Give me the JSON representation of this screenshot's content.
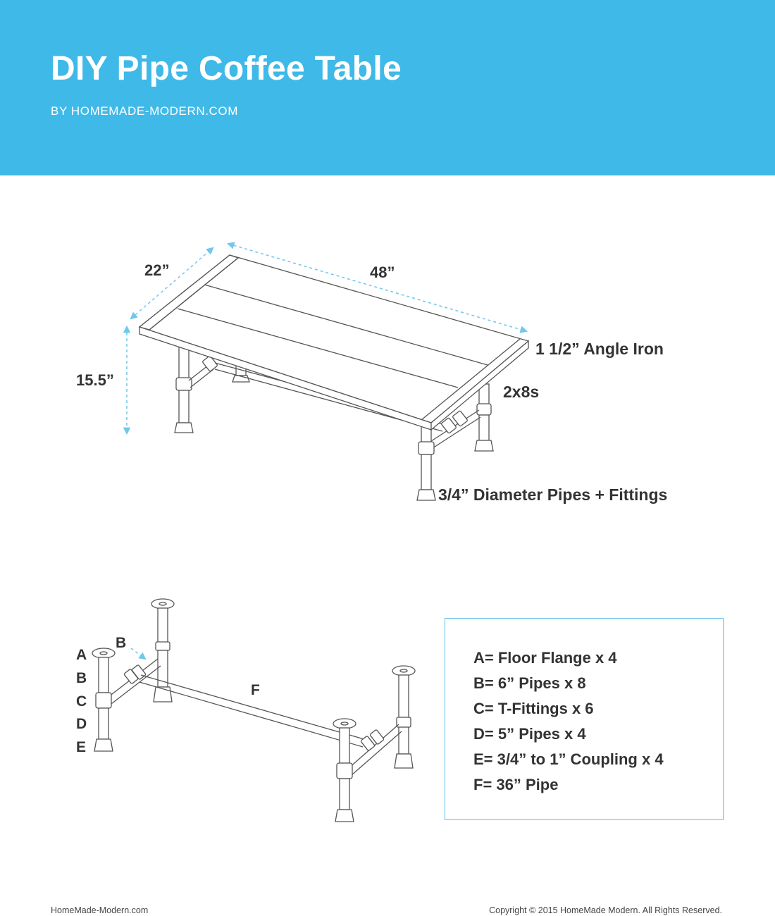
{
  "header": {
    "title": "DIY Pipe Coffee Table",
    "byline": "BY HOMEMADE-MODERN.COM",
    "background_color": "#3fb9e8"
  },
  "dimensions": {
    "width": "22”",
    "length": "48”",
    "height": "15.5”"
  },
  "callouts": {
    "angle_iron": "1 1/2” Angle Iron",
    "boards": "2x8s",
    "pipes": "3/4” Diameter Pipes + Fittings"
  },
  "frame_labels": {
    "a": "A",
    "b": "B",
    "c": "C",
    "d": "D",
    "e": "E",
    "b_pointer": "B",
    "f": "F"
  },
  "parts_list": [
    "A= Floor Flange x 4",
    "B= 6” Pipes x 8",
    "C= T-Fittings x 6",
    "D= 5” Pipes x 4",
    "E= 3/4” to 1” Coupling x 4",
    "F= 36” Pipe"
  ],
  "footer": {
    "left": "HomeMade-Modern.com",
    "right": "Copyright © 2015 HomeMade Modern. All Rights Reserved."
  },
  "colors": {
    "accent": "#3fb9e8",
    "dimension_line": "#6fc8ee",
    "text": "#333333"
  }
}
